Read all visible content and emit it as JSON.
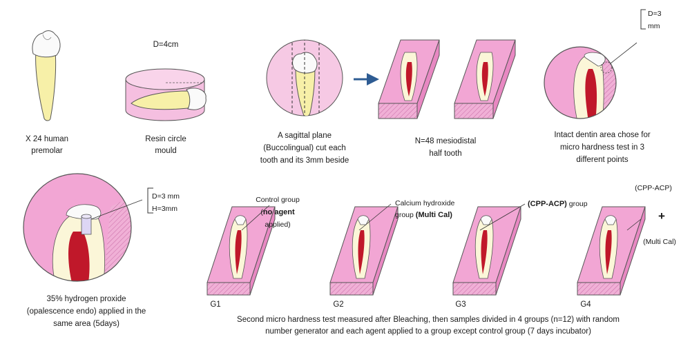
{
  "step1": {
    "line1": "X 24 human",
    "line2": "premolar"
  },
  "step2": {
    "header": "D=4cm",
    "line1": "Resin circle",
    "line2": "mould"
  },
  "step3": {
    "line1": "A sagittal plane",
    "line2": "(Buccolingual) cut each",
    "line3": "tooth and its 3mm beside"
  },
  "step4": {
    "line1": "N=48 mesiodistal",
    "line2": "half tooth"
  },
  "step5": {
    "dim1": "D=3",
    "dim2": "mm",
    "line1": "Intact dentin area chose for",
    "line2": "micro hardness test in 3",
    "line3": "different points"
  },
  "step6": {
    "dim1": "D=3 mm",
    "dim2": "H=3mm",
    "line1": "35% hydrogen proxide",
    "line2": "(opalescence endo) applied in the",
    "line3": "same area (5days)"
  },
  "groups": {
    "g1": {
      "label": "G1",
      "ann1": "Control group",
      "ann2a_bold": "no agent",
      "ann2_open": "(",
      "ann2_close": "",
      "ann3": "applied)"
    },
    "g2": {
      "label": "G2",
      "ann1": "Calcium hydroxide",
      "ann2_plain": "group ",
      "ann2_bold": "(Multi Cal)"
    },
    "g3": {
      "label": "G3",
      "ann_bold": "(CPP-ACP)",
      "ann_plain": " group"
    },
    "g4": {
      "label": "G4",
      "ann_top": "(CPP-ACP)",
      "plus": "+",
      "ann_bottom": "(Multi Cal)"
    }
  },
  "footer": {
    "line1": "Second micro hardness test measured after Bleaching, then samples divided in 4 groups (n=12) with random",
    "line2": "number generator and each agent applied to a group except control group (7 days incubator)"
  },
  "colors": {
    "block_pink": "#f2a6d4",
    "block_side": "#e888c2",
    "tooth_cream": "#fbf6d8",
    "pulp_red": "#c0182a",
    "crown_white": "#fafafa",
    "root_yellow": "#f7f0a8",
    "arrow_blue": "#2e5c93"
  }
}
